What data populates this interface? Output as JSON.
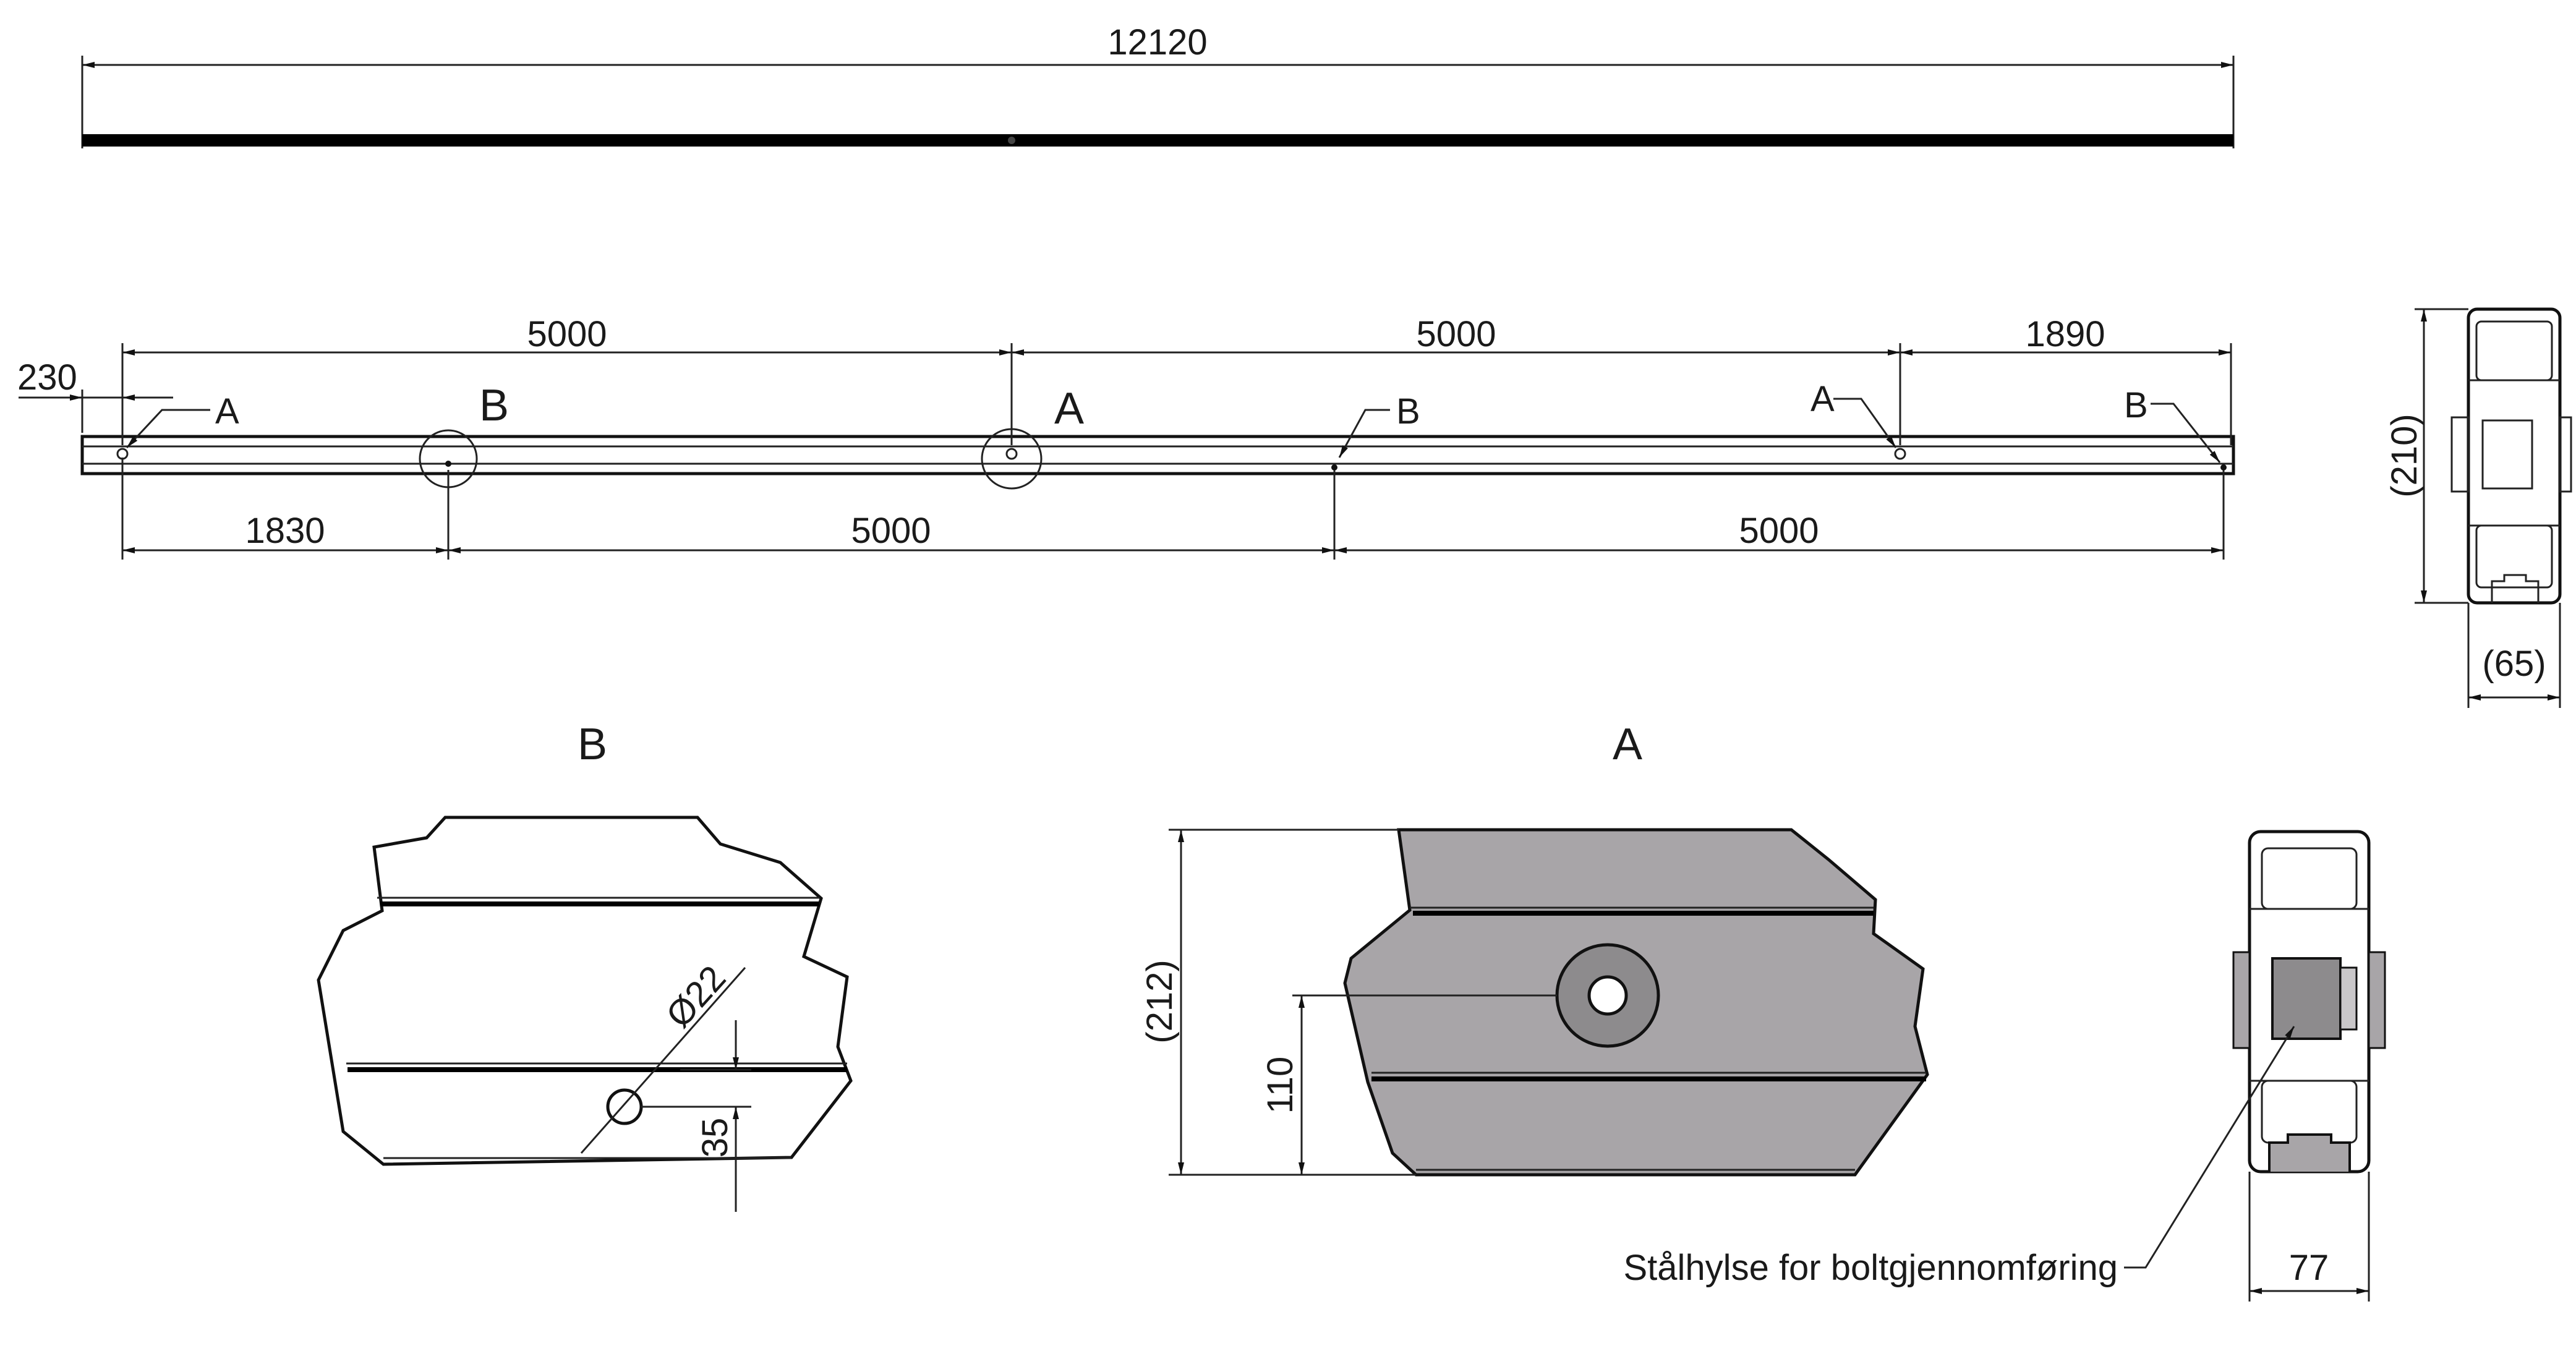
{
  "colors": {
    "line": "#111111",
    "section_fill": "#a8a5a8",
    "sleeve_fill": "#8d8b8d",
    "sleeve_inner": "#c9c7c9",
    "background": "#ffffff"
  },
  "top_view": {
    "overall_length": "12120"
  },
  "side_view": {
    "dims_top": [
      "5000",
      "5000",
      "1890"
    ],
    "dims_bottom": [
      "1830",
      "5000",
      "5000"
    ],
    "end_offset": "230",
    "markers": [
      "A",
      "B",
      "A",
      "B",
      "A",
      "B"
    ],
    "callouts": [
      "B",
      "A"
    ]
  },
  "end_view": {
    "height": "(210)",
    "width": "(65)"
  },
  "detail_b": {
    "title": "B",
    "hole_diameter": "Ø22",
    "hole_offset": "35"
  },
  "detail_a": {
    "title": "A",
    "height": "(212)",
    "hole_height": "110"
  },
  "section": {
    "width": "77",
    "note": "Stålhylse for boltgjennomføring"
  }
}
